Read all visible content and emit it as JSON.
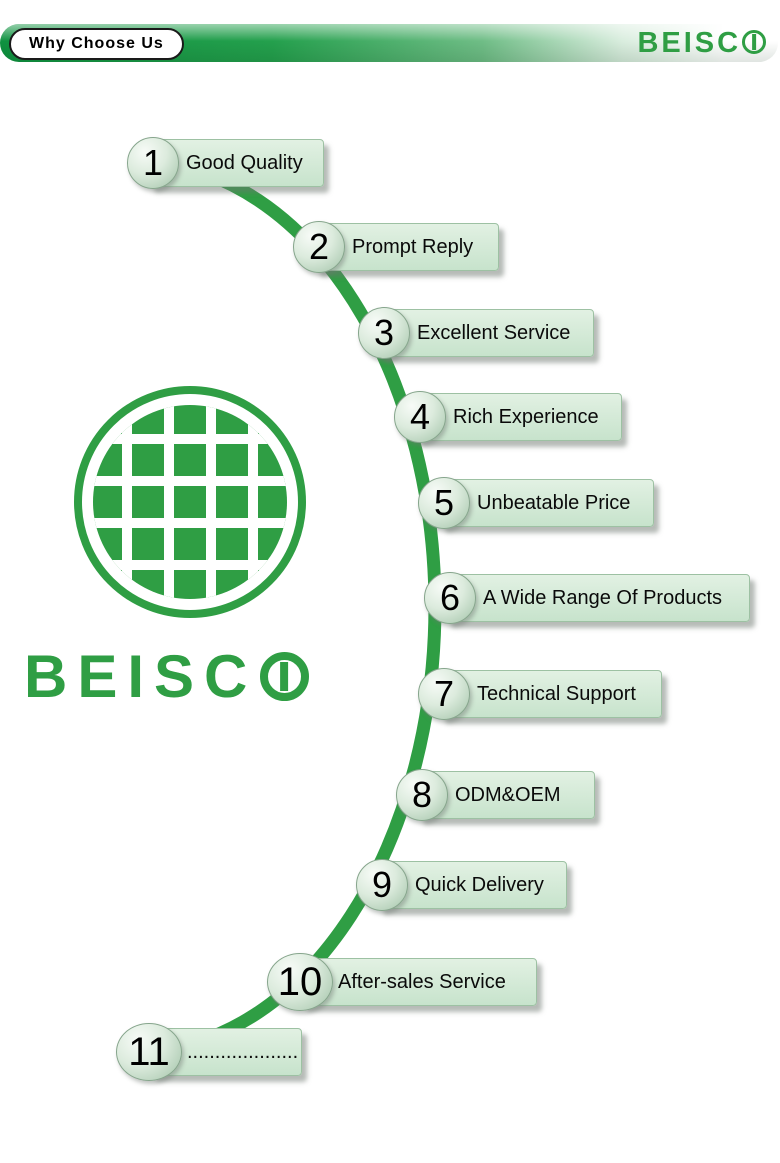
{
  "header": {
    "badge": "Why Choose Us",
    "brand_prefix": "BEISC",
    "brand_full": "BEISCO"
  },
  "logo": {
    "wordmark_prefix": "BEISC",
    "wordmark_full": "BEISCO"
  },
  "colors": {
    "brand_green": "#2f9e44",
    "label_bg": "#d4ebd8",
    "arc_green": "#2f9e44"
  },
  "steps": [
    {
      "number": "1",
      "label": "Good Quality"
    },
    {
      "number": "2",
      "label": "Prompt Reply"
    },
    {
      "number": "3",
      "label": "Excellent Service"
    },
    {
      "number": "4",
      "label": "Rich Experience"
    },
    {
      "number": "5",
      "label": "Unbeatable Price"
    },
    {
      "number": "6",
      "label": "A Wide Range Of Products"
    },
    {
      "number": "7",
      "label": "Technical Support"
    },
    {
      "number": "8",
      "label": "ODM&OEM"
    },
    {
      "number": "9",
      "label": "Quick Delivery"
    },
    {
      "number": "10",
      "label": "After-sales Service"
    },
    {
      "number": "11",
      "label": "...................."
    }
  ]
}
